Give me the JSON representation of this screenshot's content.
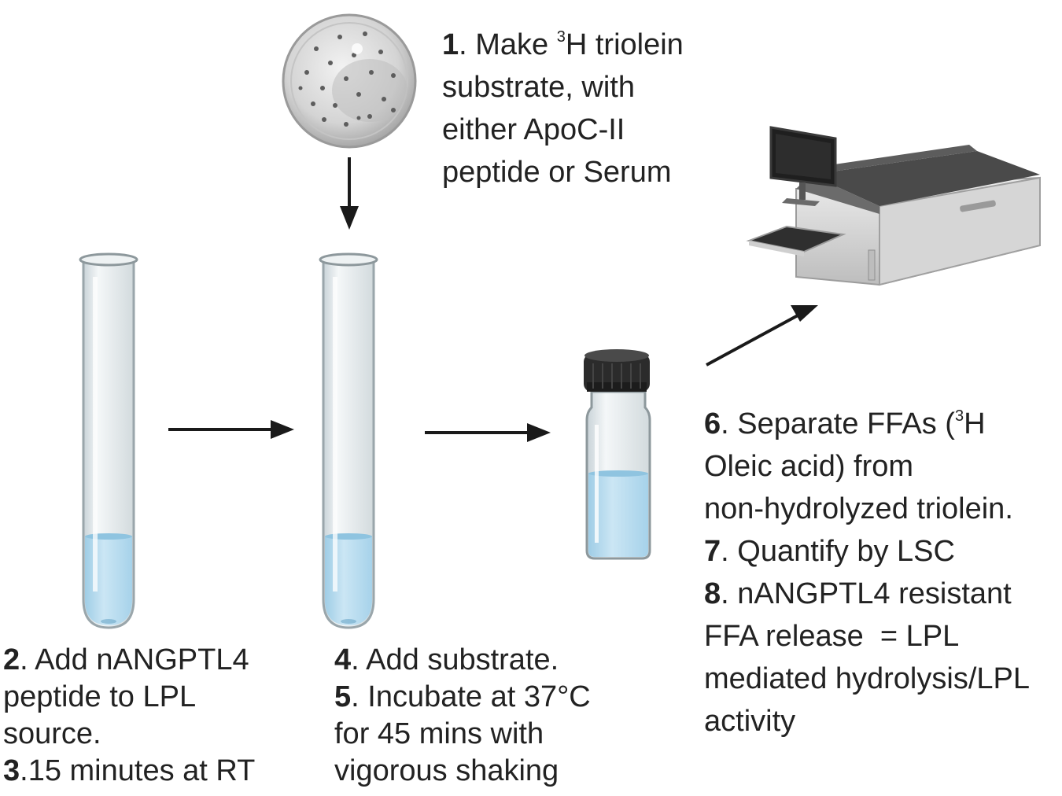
{
  "steps": {
    "s1": {
      "num": "1",
      "pre": ". Make ",
      "sup": "3",
      "post": "H triolein",
      "l2": "substrate, with",
      "l3": "either ApoC-II",
      "l4": "peptide or Serum"
    },
    "s2": {
      "num": "2",
      "l1": ". Add nANGPTL4",
      "l2": "peptide to LPL",
      "l3": "source."
    },
    "s3": {
      "num": "3",
      "l1": ".15 minutes at RT"
    },
    "s4": {
      "num": "4",
      "l1": ". Add substrate."
    },
    "s5": {
      "num": "5",
      "l1": ". Incubate at 37°C",
      "l2": "for 45 mins with",
      "l3": "vigorous shaking"
    },
    "s6": {
      "num": "6",
      "pre": ". Separate FFAs (",
      "sup": "3",
      "post": "H",
      "l2": "Oleic acid) from",
      "l3": "non-hydrolyzed triolein."
    },
    "s7": {
      "num": "7",
      "l1": ". Quantify by LSC"
    },
    "s8": {
      "num": "8",
      "l1": ". nANGPTL4 resistant",
      "l2": "FFA release  = LPL",
      "l3": "mediated hydrolysis/LPL",
      "l4": "activity"
    }
  },
  "colors": {
    "liquid": "#b9dcef",
    "arrow": "#1a1a1a",
    "text": "#222222"
  }
}
